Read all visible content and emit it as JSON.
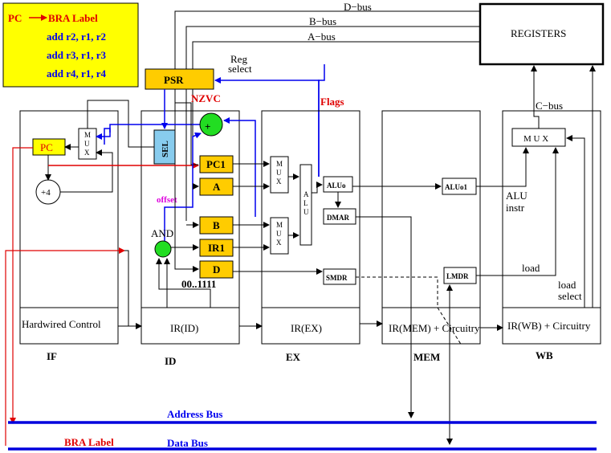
{
  "code_box": {
    "pc_label": "PC",
    "branch": "BRA Label",
    "lines": [
      "add  r2, r1, r2",
      "add  r3, r1, r3",
      "add  r4, r1, r4"
    ],
    "fill": "#ffff00"
  },
  "buses": {
    "d_bus": "D−bus",
    "b_bus": "B−bus",
    "a_bus": "A−bus",
    "c_bus": "C−bus",
    "address_bus": "Address Bus",
    "data_bus": "Data Bus",
    "bra_label": "BRA Label"
  },
  "registers": "REGISTERS",
  "psr": "PSR",
  "nzvc": "NZVC",
  "flags": "Flags",
  "reg_select": [
    "Reg",
    "select"
  ],
  "stages": [
    "IF",
    "ID",
    "EX",
    "MEM",
    "WB"
  ],
  "stage_controls": [
    "Hardwired Control",
    "IR(ID)",
    "IR(EX)",
    "IR(MEM) + Circuitry",
    "IR(WB) + Circuitry"
  ],
  "components": {
    "pc": "PC",
    "plus4": "+4",
    "mux_v": "M\nU\nX",
    "sel": "SEL",
    "adder": "+",
    "offset": "offset",
    "and": "AND",
    "mask": "00..1111",
    "pc1": "PC1",
    "a": "A",
    "b": "B",
    "ir1": "IR1",
    "d": "D",
    "alu": "A\nL\nU",
    "aluo": "ALUo",
    "dmar": "DMAR",
    "smdr": "SMDR",
    "aluo1": "ALUo1",
    "lmdr": "LMDR",
    "wb_mux": "M U X",
    "alu_instr": [
      "ALU",
      "instr"
    ],
    "load": "load",
    "load_select": [
      "load",
      "select"
    ]
  },
  "colors": {
    "yellow": "#ffff00",
    "orange": "#ffcc00",
    "blue_wire": "#0000ee",
    "red_wire": "#e00000",
    "green": "#22dd22",
    "sel": "#88ccee",
    "bus": "#0000dd"
  }
}
